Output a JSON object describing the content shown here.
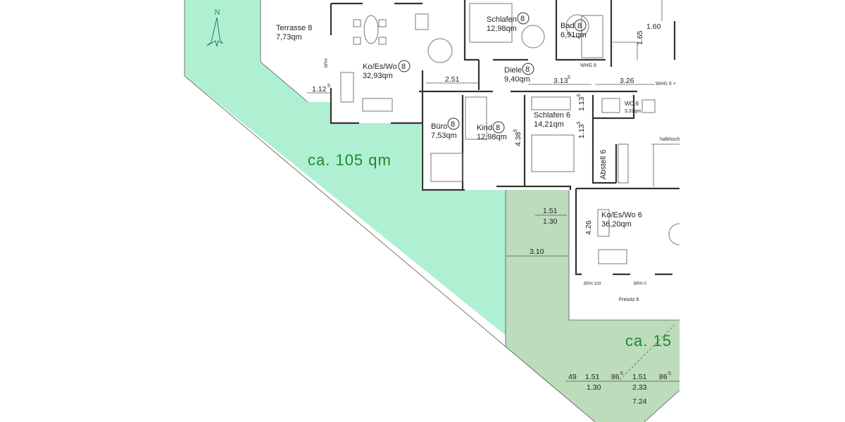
{
  "colors": {
    "garden_large": "#b0f0d2",
    "garden_small": "#bcdcbc",
    "area_text": "#1e8a2e"
  },
  "compass": {
    "label": "N"
  },
  "rooms": [
    {
      "name": "Terrasse 8",
      "area": "7,73qm"
    },
    {
      "name": "Ko/Es/Wo",
      "num": "8",
      "area": "32,93qm"
    },
    {
      "name": "Schlafen",
      "num": "8",
      "area": "12,98qm"
    },
    {
      "name": "Bad",
      "num": "8",
      "area": "6,91qm"
    },
    {
      "name": "Diele",
      "num": "8",
      "area": "9,40qm"
    },
    {
      "name": "Büro",
      "num": "8",
      "area": "7,53qm"
    },
    {
      "name": "Kind",
      "num": "8",
      "area": "12,98qm"
    },
    {
      "name": "Schlafen 6",
      "area": "14,21qm"
    },
    {
      "name": "WC 6",
      "area": "3,37qm"
    },
    {
      "name": "Abstell 6"
    },
    {
      "name": "Ko/Es/Wo 6",
      "area": "36,20qm"
    },
    {
      "name": "Freisitz 6"
    }
  ],
  "labels": {
    "whg8": "WHG 8",
    "whg6": "WHG 6 +",
    "halbhoch": "halbhoch",
    "brh_left": "BRH 103",
    "brh_right": "BRH 0",
    "brh_ko": "BRH"
  },
  "areas": {
    "large": "ca. 105 qm",
    "small": "ca. 15"
  },
  "dims": {
    "d1": "1.12",
    "d1s": "5",
    "d2": "2.51",
    "d3": "3.13",
    "d3s": "5",
    "d4": "3.26",
    "d5": "1.60",
    "d6": "1.65",
    "d7": "1.13",
    "d7s": "5",
    "d8": "1.13",
    "d8s": "5",
    "d9": "4.38",
    "d9s": "5",
    "d10": "1.51",
    "d11": "1.30",
    "d12": "3.10",
    "d13": "4.26",
    "bottom": {
      "a": "49",
      "b": "1.51",
      "c": "86",
      "cs": "5",
      "d": "1.51",
      "e": "86",
      "es": "5",
      "f": "1.30",
      "g": "2.33",
      "h": "7.24"
    }
  }
}
